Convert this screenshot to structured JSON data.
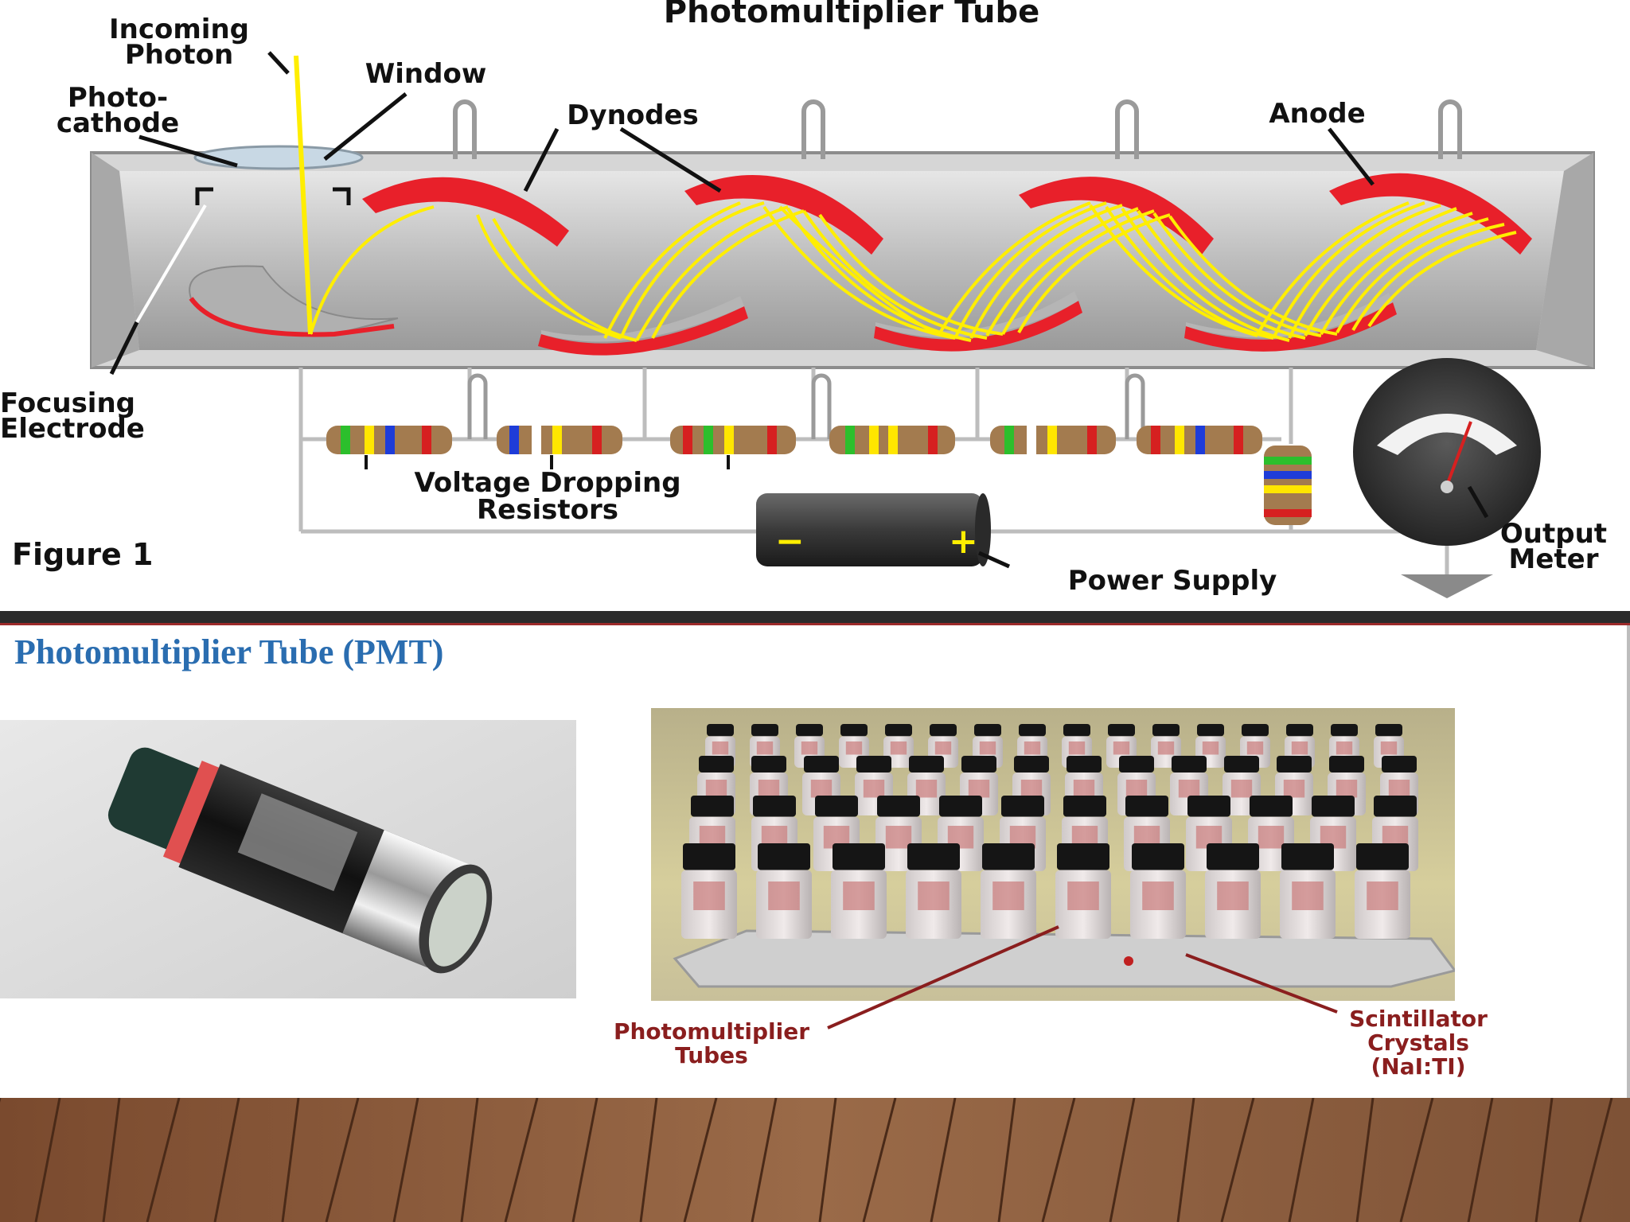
{
  "figure_title": "Photomultiplier Tube",
  "labels": {
    "incoming_photon": [
      "Incoming",
      "Photon"
    ],
    "window": "Window",
    "photocathode": [
      "Photo-",
      "cathode"
    ],
    "dynodes": "Dynodes",
    "anode": "Anode",
    "focusing_electrode": [
      "Focusing",
      "Electrode"
    ],
    "voltage_dropping_resistors": [
      "Voltage Dropping",
      "Resistors"
    ],
    "power_supply": "Power Supply",
    "output_meter": [
      "Output",
      "Meter"
    ],
    "figure_number": "Figure 1",
    "minus_sign": "−",
    "plus_sign": "+"
  },
  "bottom_title": "Photomultiplier Tube (PMT)",
  "photo_labels": {
    "pmt_tubes": [
      "Photomultiplier",
      "Tubes"
    ],
    "scintillator": [
      "Scintillator",
      "Crystals",
      "(NaI:TI)"
    ]
  },
  "colors": {
    "tube_body": "#c9c9c9",
    "dynode_red": "#e8202a",
    "electron_yellow": "#ffee00",
    "title_blue": "#2a6db0",
    "caption_red": "#8a1e1e",
    "floor_wood": "#8a5a3a"
  }
}
